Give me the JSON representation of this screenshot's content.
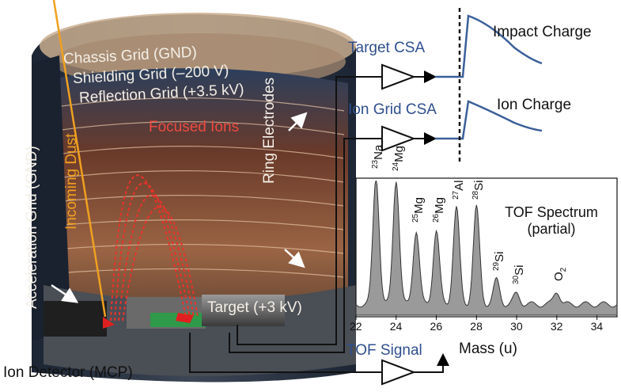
{
  "device": {
    "chassis_grid": "Chassis Grid (GND)",
    "shielding_grid": "Shielding Grid (–200 V)",
    "reflection_grid": "Reflection Grid (+3.5 kV)",
    "focused_ions": "Focused Ions",
    "ring_electrodes": "Ring Electrodes",
    "acceleration_grid": "Acceleration Grid (GND)",
    "incoming_dust": "Incoming Dust",
    "target": "Target (+3 kV)",
    "ion_detector": "Ion Detector (MCP)"
  },
  "signals": {
    "target_csa": "Target CSA",
    "impact_charge": "Impact Charge",
    "ion_grid_csa": "Ion Grid CSA",
    "ion_charge": "Ion Charge",
    "tof_signal": "TOF Signal"
  },
  "chart_data": {
    "type": "area",
    "title": "TOF Spectrum",
    "subtitle": "(partial)",
    "xlabel": "Mass (u)",
    "ylabel": "",
    "xlim": [
      22,
      35
    ],
    "x_ticks": [
      22,
      24,
      26,
      28,
      30,
      32,
      34
    ],
    "fill_color": "#9a9a9a",
    "peaks": [
      {
        "mass": 23,
        "iso": "23",
        "el": "Na",
        "height": 0.95
      },
      {
        "mass": 24,
        "iso": "24",
        "el": "Mg",
        "height": 0.93
      },
      {
        "mass": 25,
        "iso": "25",
        "el": "Mg",
        "height": 0.55
      },
      {
        "mass": 26,
        "iso": "26",
        "el": "Mg",
        "height": 0.55
      },
      {
        "mass": 27,
        "iso": "27",
        "el": "Al",
        "height": 0.72
      },
      {
        "mass": 28,
        "iso": "28",
        "el": "Si",
        "height": 0.72
      },
      {
        "mass": 29,
        "iso": "29",
        "el": "Si",
        "height": 0.18
      },
      {
        "mass": 30,
        "iso": "30",
        "el": "Si",
        "height": 0.08
      },
      {
        "mass": 32,
        "iso": "",
        "el": "O",
        "sub": "2",
        "height": 0.1
      }
    ]
  }
}
